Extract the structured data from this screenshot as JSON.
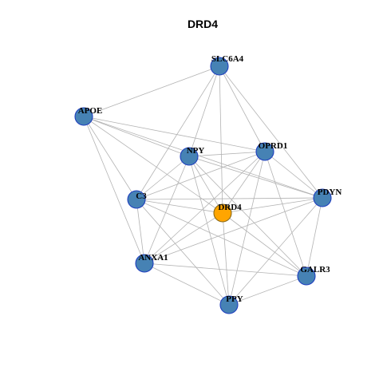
{
  "title": "DRD4",
  "colors": {
    "node_fill": "#4682B4",
    "node_stroke": "#1F3FBF",
    "center_fill": "#FFA500",
    "center_stroke": "#8A6A1A",
    "edge": "#B3B3B3"
  },
  "nodes": [
    {
      "id": "SLC6A4",
      "label": "SLC6A4",
      "center": false
    },
    {
      "id": "APOE",
      "label": "APOE",
      "center": false
    },
    {
      "id": "NPY",
      "label": "NPY",
      "center": false
    },
    {
      "id": "OPRD1",
      "label": "OPRD1",
      "center": false
    },
    {
      "id": "C3",
      "label": "C3",
      "center": false
    },
    {
      "id": "DRD4",
      "label": "DRD4",
      "center": true
    },
    {
      "id": "PDYN",
      "label": "PDYN",
      "center": false
    },
    {
      "id": "ANXA1",
      "label": "ANXA1",
      "center": false
    },
    {
      "id": "GALR3",
      "label": "GALR3",
      "center": false
    },
    {
      "id": "PPY",
      "label": "PPY",
      "center": false
    }
  ],
  "edges": [
    [
      "SLC6A4",
      "APOE"
    ],
    [
      "SLC6A4",
      "OPRD1"
    ],
    [
      "SLC6A4",
      "PDYN"
    ],
    [
      "SLC6A4",
      "DRD4"
    ],
    [
      "SLC6A4",
      "NPY"
    ],
    [
      "SLC6A4",
      "C3"
    ],
    [
      "APOE",
      "NPY"
    ],
    [
      "APOE",
      "OPRD1"
    ],
    [
      "APOE",
      "C3"
    ],
    [
      "APOE",
      "ANXA1"
    ],
    [
      "APOE",
      "DRD4"
    ],
    [
      "APOE",
      "PDYN"
    ],
    [
      "NPY",
      "OPRD1"
    ],
    [
      "NPY",
      "C3"
    ],
    [
      "NPY",
      "DRD4"
    ],
    [
      "NPY",
      "PDYN"
    ],
    [
      "NPY",
      "ANXA1"
    ],
    [
      "NPY",
      "PPY"
    ],
    [
      "NPY",
      "GALR3"
    ],
    [
      "OPRD1",
      "C3"
    ],
    [
      "OPRD1",
      "DRD4"
    ],
    [
      "OPRD1",
      "PDYN"
    ],
    [
      "OPRD1",
      "ANXA1"
    ],
    [
      "OPRD1",
      "GALR3"
    ],
    [
      "OPRD1",
      "PPY"
    ],
    [
      "C3",
      "DRD4"
    ],
    [
      "C3",
      "PDYN"
    ],
    [
      "C3",
      "ANXA1"
    ],
    [
      "C3",
      "PPY"
    ],
    [
      "C3",
      "GALR3"
    ],
    [
      "DRD4",
      "PDYN"
    ],
    [
      "DRD4",
      "ANXA1"
    ],
    [
      "DRD4",
      "GALR3"
    ],
    [
      "DRD4",
      "PPY"
    ],
    [
      "PDYN",
      "ANXA1"
    ],
    [
      "PDYN",
      "GALR3"
    ],
    [
      "PDYN",
      "PPY"
    ],
    [
      "ANXA1",
      "GALR3"
    ],
    [
      "ANXA1",
      "PPY"
    ],
    [
      "GALR3",
      "PPY"
    ]
  ]
}
